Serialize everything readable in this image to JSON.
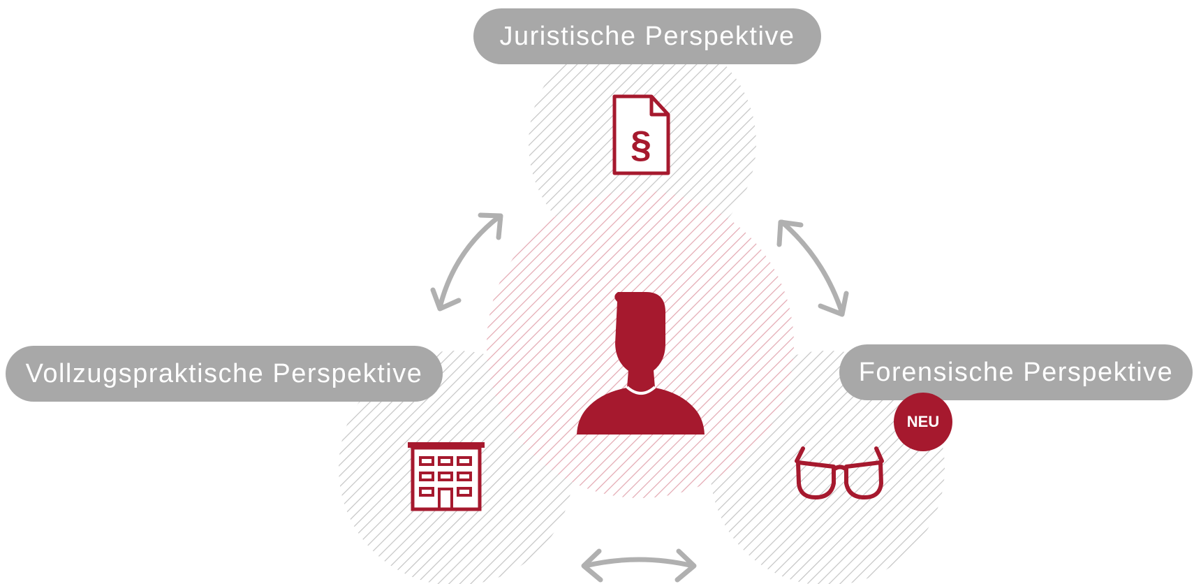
{
  "title": "",
  "colors": {
    "accent": "#a6192e",
    "neutral": "#a8a8a8",
    "hatch_gray": "#c4c4c4",
    "hatch_red": "#e0a3ad"
  },
  "center": {
    "icon": "person-icon"
  },
  "perspectives": [
    {
      "id": "juristisch",
      "label": "Juristische Perspektive",
      "icon": "paragraph-document-icon"
    },
    {
      "id": "vollzug",
      "label": "Vollzugspraktische Perspektive",
      "icon": "building-icon"
    },
    {
      "id": "forensisch",
      "label": "Forensische Perspektive",
      "icon": "glasses-icon",
      "badge": "NEU"
    }
  ],
  "connectors": [
    {
      "between": [
        "juristisch",
        "vollzug"
      ],
      "icon": "double-arrow-icon"
    },
    {
      "between": [
        "juristisch",
        "forensisch"
      ],
      "icon": "double-arrow-icon"
    },
    {
      "between": [
        "vollzug",
        "forensisch"
      ],
      "icon": "double-arrow-icon"
    }
  ]
}
